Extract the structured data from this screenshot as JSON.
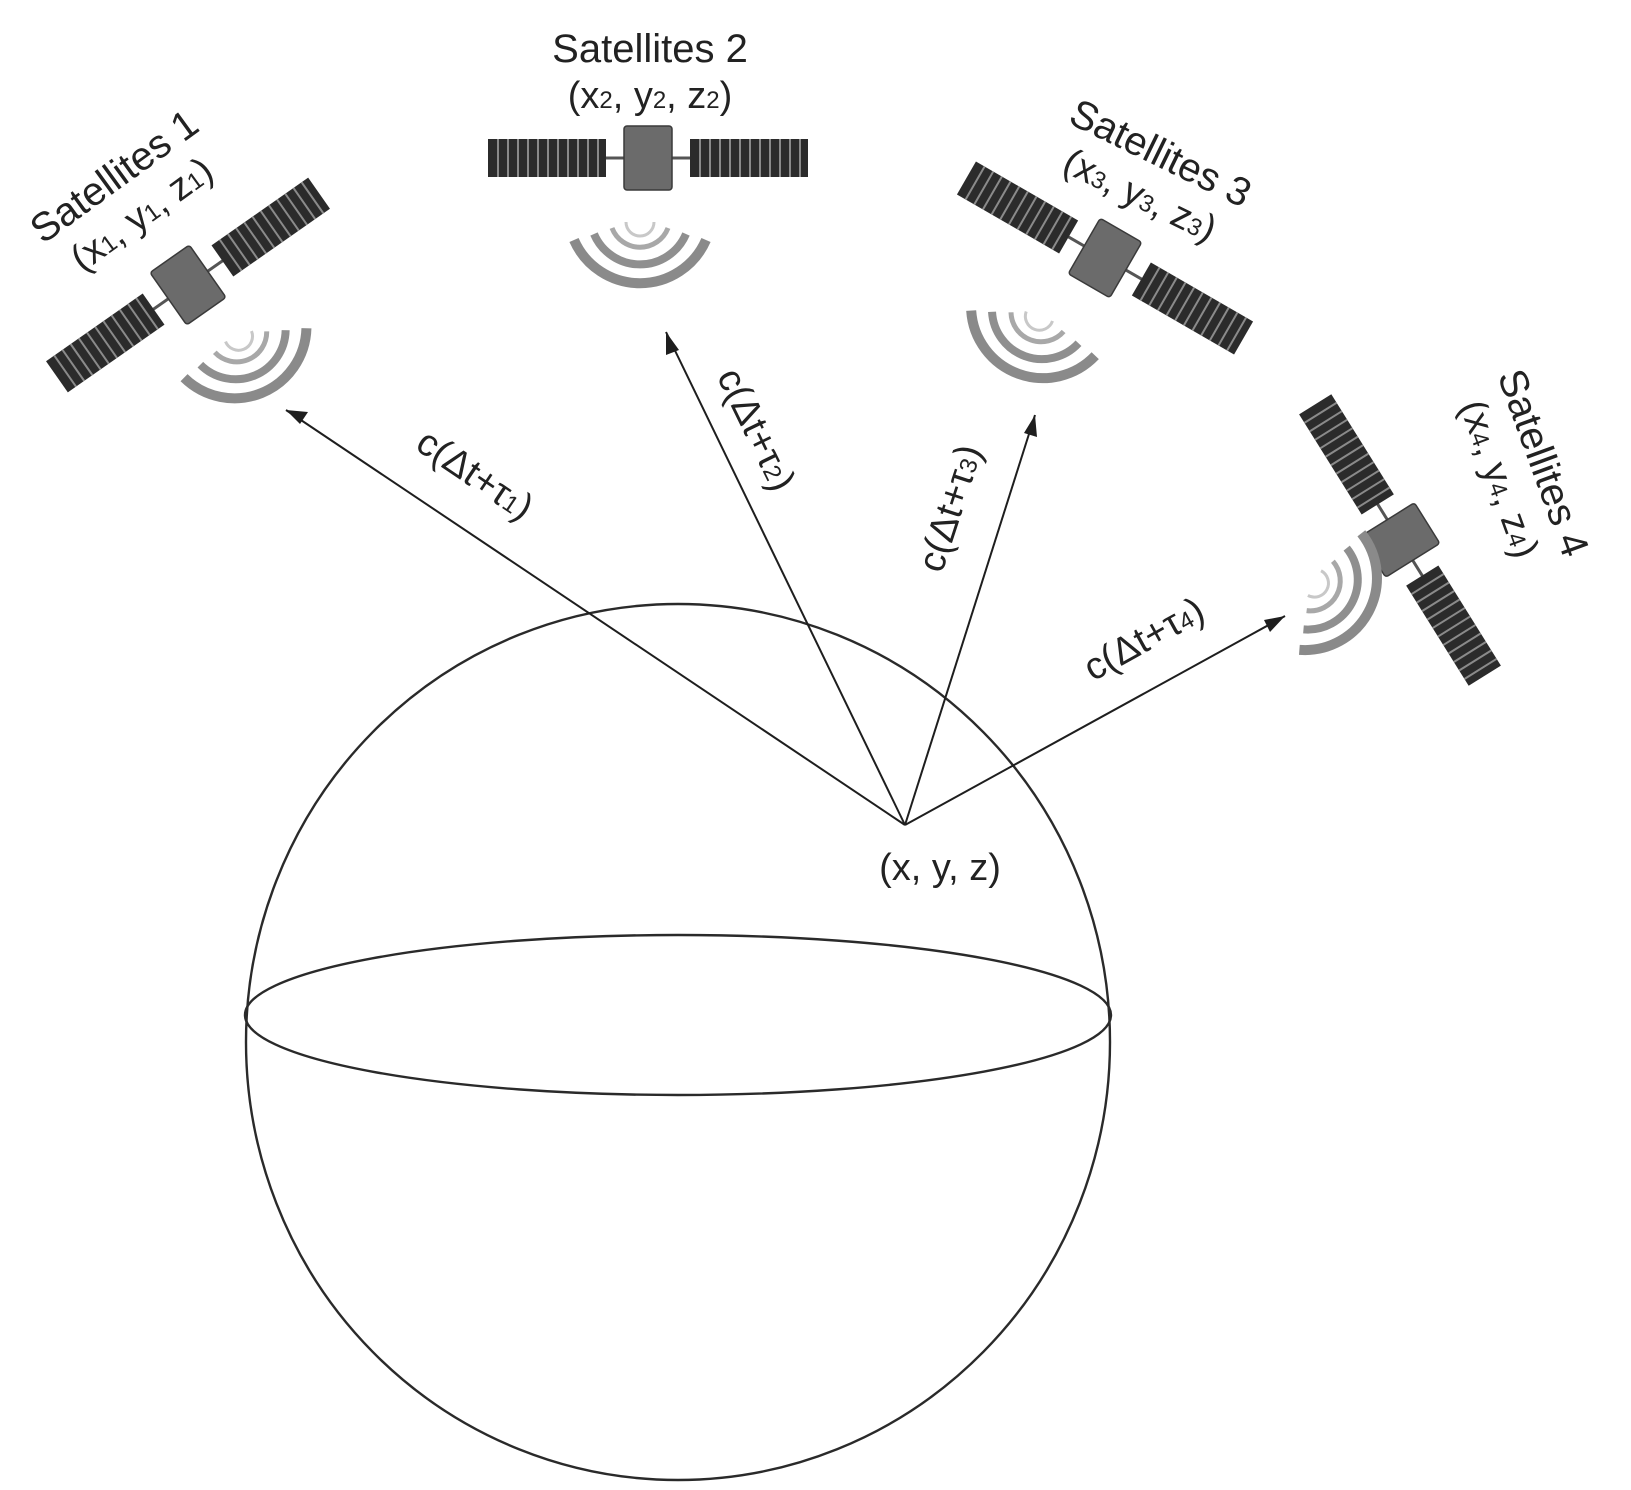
{
  "diagram": {
    "satellites": [
      {
        "title": "Satellites 1",
        "coord": {
          "prefix": "(x",
          "a": "1",
          "mid1": ", y",
          "b": "1",
          "mid2": ", z",
          "c": "1",
          "suffix": ")"
        }
      },
      {
        "title": "Satellites 2",
        "coord": {
          "prefix": "(x",
          "a": "2",
          "mid1": ", y",
          "b": "2",
          "mid2": ", z",
          "c": "2",
          "suffix": ")"
        }
      },
      {
        "title": "Satellites 3",
        "coord": {
          "prefix": "(x",
          "a": "3",
          "mid1": ", y",
          "b": "3",
          "mid2": ", z",
          "c": "3",
          "suffix": ")"
        }
      },
      {
        "title": "Satellites 4",
        "coord": {
          "prefix": "(x",
          "a": "4",
          "mid1": ", y",
          "b": "4",
          "mid2": ", z",
          "c": "4",
          "suffix": ")"
        }
      }
    ],
    "distances": [
      {
        "main": "c(Δt+τ",
        "sub": "1",
        "close": ")"
      },
      {
        "main": "c(Δt+τ",
        "sub": "2",
        "close": ")"
      },
      {
        "main": "c(Δt+τ",
        "sub": "3",
        "close": ")"
      },
      {
        "main": "c(Δt+τ",
        "sub": "4",
        "close": ")"
      }
    ],
    "receiver_label": "(x, y, z)"
  }
}
